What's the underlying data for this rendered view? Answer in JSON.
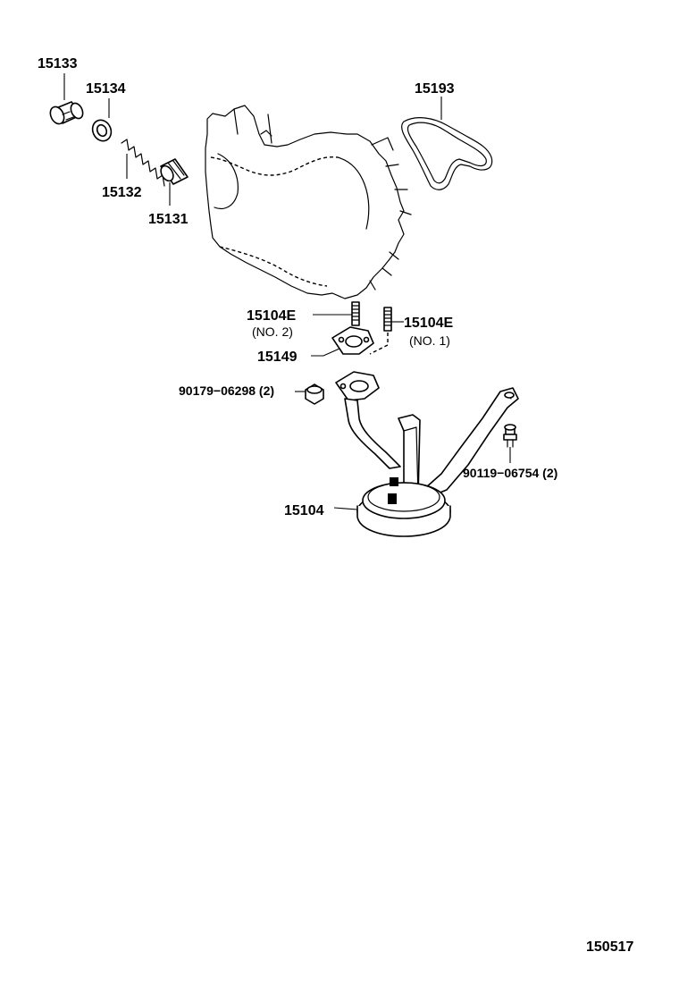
{
  "labels": {
    "p15133": "15133",
    "p15134": "15134",
    "p15132": "15132",
    "p15131": "15131",
    "p15193": "15193",
    "p15104E_no2": "15104E",
    "no2": "(NO. 2)",
    "p15104E_no1": "15104E",
    "no1": "(NO. 1)",
    "p15149": "15149",
    "p90179": "90179−06298 (2)",
    "p90119": "90119−06754 (2)",
    "p15104": "15104",
    "figure_id": "150517"
  }
}
